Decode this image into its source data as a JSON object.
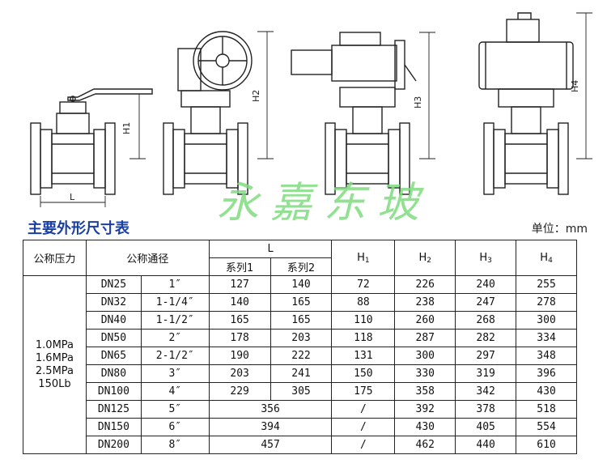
{
  "watermark": "永嘉东玻",
  "drawing_labels": {
    "h1": "H1",
    "h2": "H2",
    "h3": "H3",
    "h4": "H4",
    "l": "L"
  },
  "title": "主要外形尺寸表",
  "unit": "单位：mm",
  "table": {
    "headers": {
      "pressure": "公称压力",
      "diameter": "公称通径",
      "l": "L",
      "series1": "系列1",
      "series2": "系列2",
      "h1": "H",
      "h1_sub": "1",
      "h2": "H",
      "h2_sub": "2",
      "h3": "H",
      "h3_sub": "3",
      "h4": "H",
      "h4_sub": "4"
    },
    "pressure_values": [
      "1.0MPa",
      "1.6MPa",
      "2.5MPa",
      "150Lb"
    ],
    "rows": [
      {
        "dn": "DN25",
        "inch": "1″",
        "s1": "127",
        "s2": "140",
        "h1": "72",
        "h2": "226",
        "h3": "240",
        "h4": "255"
      },
      {
        "dn": "DN32",
        "inch": "1-1/4″",
        "s1": "140",
        "s2": "165",
        "h1": "88",
        "h2": "238",
        "h3": "247",
        "h4": "278"
      },
      {
        "dn": "DN40",
        "inch": "1-1/2″",
        "s1": "165",
        "s2": "165",
        "h1": "110",
        "h2": "260",
        "h3": "268",
        "h4": "300"
      },
      {
        "dn": "DN50",
        "inch": "2″",
        "s1": "178",
        "s2": "203",
        "h1": "118",
        "h2": "287",
        "h3": "282",
        "h4": "334"
      },
      {
        "dn": "DN65",
        "inch": "2-1/2″",
        "s1": "190",
        "s2": "222",
        "h1": "131",
        "h2": "300",
        "h3": "297",
        "h4": "348"
      },
      {
        "dn": "DN80",
        "inch": "3″",
        "s1": "203",
        "s2": "241",
        "h1": "150",
        "h2": "330",
        "h3": "319",
        "h4": "396"
      },
      {
        "dn": "DN100",
        "inch": "4″",
        "s1": "229",
        "s2": "305",
        "h1": "175",
        "h2": "358",
        "h3": "342",
        "h4": "430"
      },
      {
        "dn": "DN125",
        "inch": "5″",
        "l": "356",
        "h1": "/",
        "h2": "392",
        "h3": "378",
        "h4": "518"
      },
      {
        "dn": "DN150",
        "inch": "6″",
        "l": "394",
        "h1": "/",
        "h2": "430",
        "h3": "405",
        "h4": "554"
      },
      {
        "dn": "DN200",
        "inch": "8″",
        "l": "457",
        "h1": "/",
        "h2": "462",
        "h3": "440",
        "h4": "610"
      }
    ]
  }
}
